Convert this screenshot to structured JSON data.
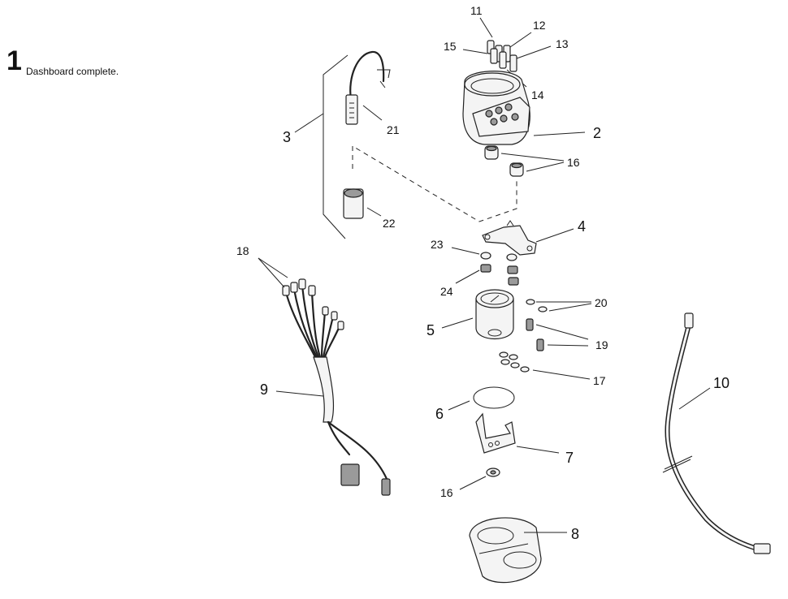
{
  "figure": {
    "number": "1",
    "caption": "Dashboard complete."
  },
  "callouts": {
    "c2": "2",
    "c3": "3",
    "c4": "4",
    "c5": "5",
    "c6": "6",
    "c7": "7",
    "c8": "8",
    "c9": "9",
    "c10": "10",
    "c11": "11",
    "c12": "12",
    "c13": "13",
    "c14": "14",
    "c15": "15",
    "c16a": "16",
    "c16b": "16",
    "c17": "17",
    "c18": "18",
    "c19": "19",
    "c20": "20",
    "c21": "21",
    "c22": "22",
    "c23": "23",
    "c24": "24"
  }
}
